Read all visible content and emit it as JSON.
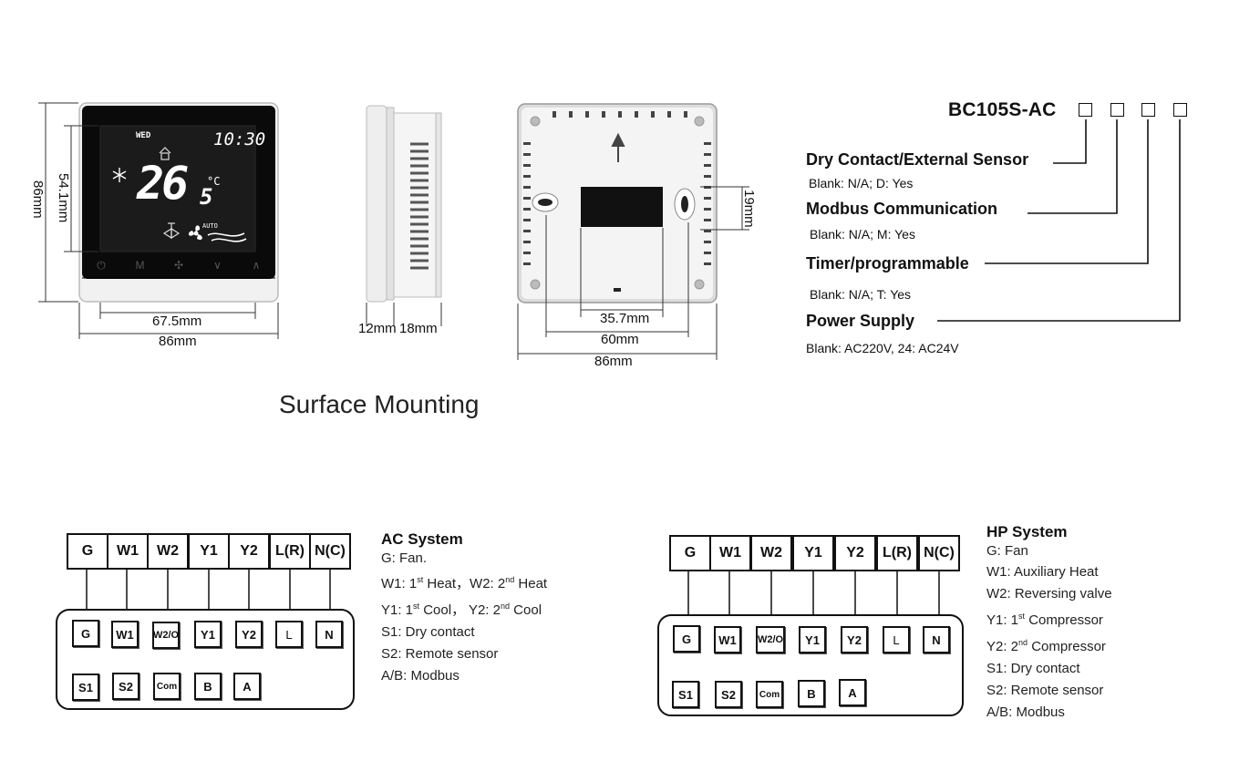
{
  "device_front": {
    "day": "WED",
    "time": "10:30",
    "temp_main": "26",
    "temp_decimal": "5",
    "unit": "°C",
    "fan_mode": "AUTO",
    "buttons": [
      "⏻",
      "M",
      "✣",
      "∨",
      "∧"
    ]
  },
  "dims": {
    "front_height_outer": "86mm",
    "front_height_inner": "54.1mm",
    "front_width_inner": "67.5mm",
    "front_width_outer": "86mm",
    "side_depth_a": "12mm",
    "side_depth_b": "18mm",
    "back_hole_spacing": "35.7mm",
    "back_width_inner": "60mm",
    "back_width_outer": "86mm",
    "back_slot_height": "19mm"
  },
  "caption": "Surface Mounting",
  "model_code": {
    "title": "BC105S-AC",
    "options": [
      {
        "head": "Dry Contact/External Sensor",
        "sub": "Blank: N/A; D: Yes"
      },
      {
        "head": "Modbus Communication",
        "sub": "Blank: N/A; M: Yes"
      },
      {
        "head": "Timer/programmable",
        "sub": "Blank: N/A; T: Yes"
      },
      {
        "head": "Power Supply",
        "sub": "Blank: AC220V, 24: AC24V"
      }
    ]
  },
  "ac_wiring": {
    "top_terminals": [
      "G",
      "W1",
      "W2",
      "Y1",
      "Y2",
      "L(R)",
      "N(C)"
    ],
    "bottom_row1": [
      "G",
      "W1",
      "W2/O",
      "Y1",
      "Y2",
      "L",
      "N"
    ],
    "bottom_row2": [
      "S1",
      "S2",
      "Com",
      "B",
      "A"
    ]
  },
  "hp_wiring": {
    "top_terminals": [
      "G",
      "W1",
      "W2",
      "Y1",
      "Y2",
      "L(R)",
      "N(C)"
    ],
    "bottom_row1": [
      "G",
      "W1",
      "W2/O",
      "Y1",
      "Y2",
      "L",
      "N"
    ],
    "bottom_row2": [
      "S1",
      "S2",
      "Com",
      "B",
      "A"
    ]
  },
  "ac_legend": {
    "title": "AC System",
    "g": "G: Fan.",
    "w_pre1": "W1: 1",
    "w_sup1": "st",
    "w_mid": " Heat，W2: 2",
    "w_sup2": "nd",
    "w_post": " Heat",
    "y_pre1": "Y1: 1",
    "y_sup1": "st",
    "y_mid": " Cool，  Y2: 2",
    "y_sup2": "nd",
    "y_post": " Cool",
    "s1": "S1: Dry contact",
    "s2": "S2: Remote sensor",
    "ab": "A/B: Modbus"
  },
  "hp_legend": {
    "title": "HP System",
    "g": "G: Fan",
    "w1": "W1: Auxiliary Heat",
    "w2": "W2: Reversing valve",
    "y1_pre": "Y1: 1",
    "y1_sup": "st",
    "y1_post": " Compressor",
    "y2_pre": "Y2: 2",
    "y2_sup": "nd",
    "y2_post": " Compressor",
    "s1": "S1: Dry contact",
    "s2": "S2: Remote sensor",
    "ab": "A/B: Modbus"
  }
}
